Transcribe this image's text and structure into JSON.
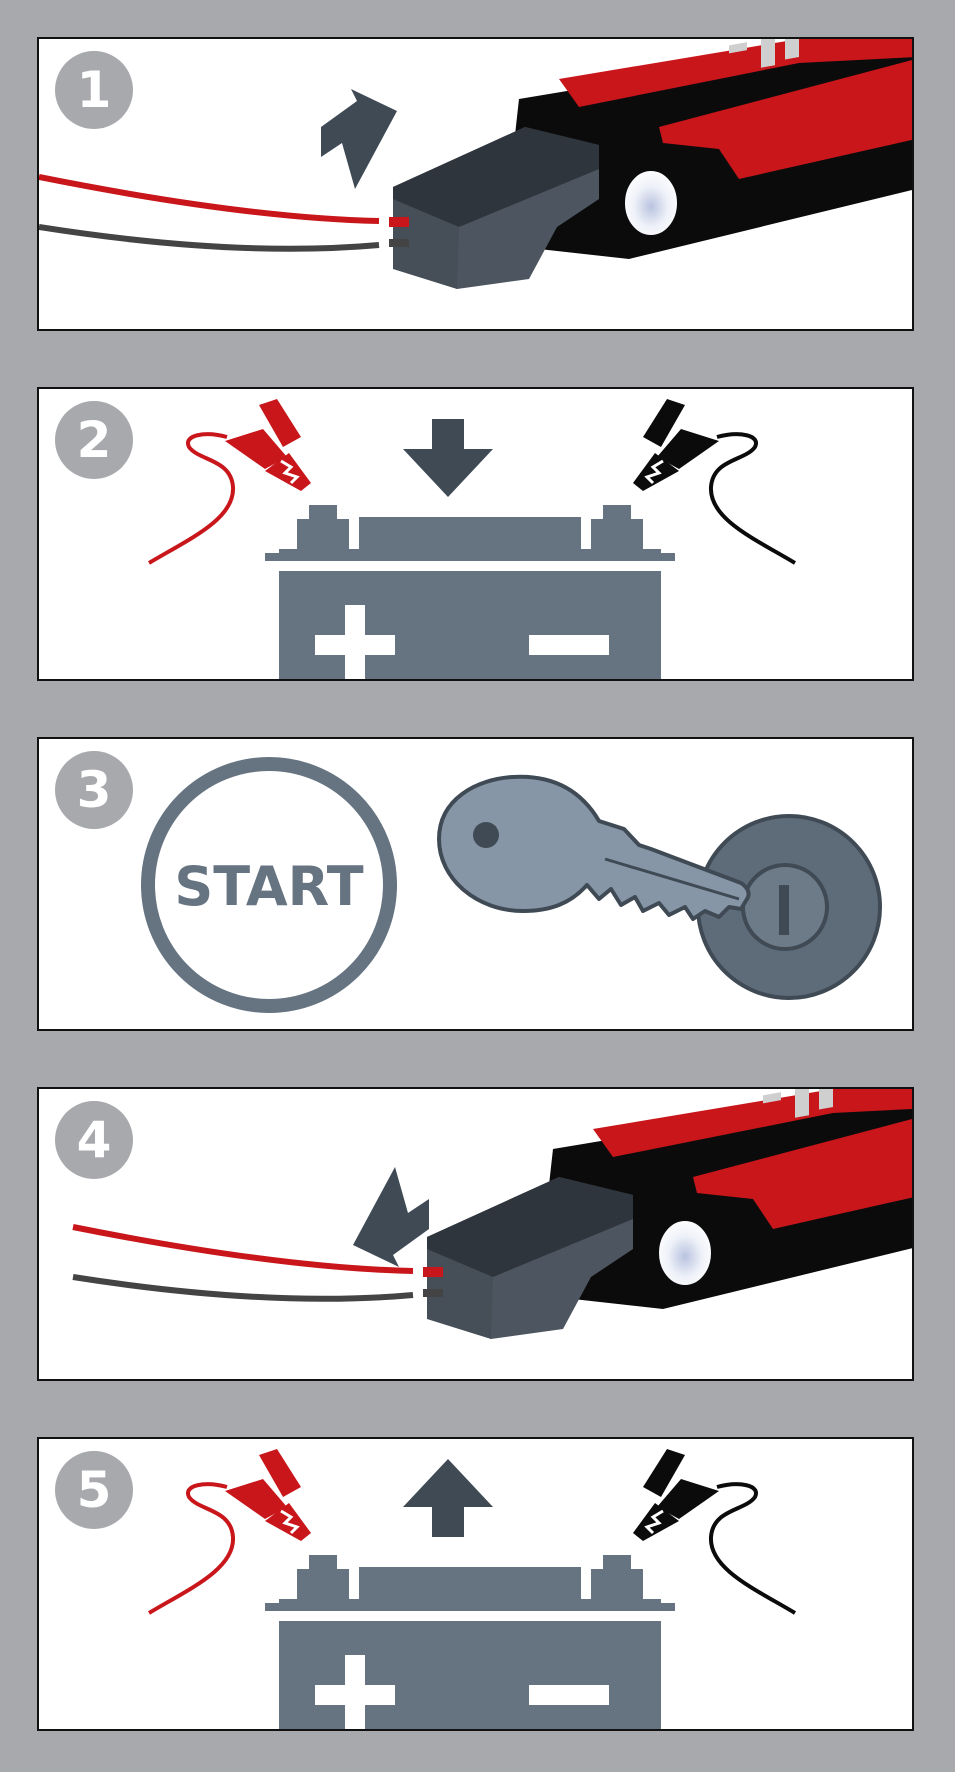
{
  "colors": {
    "background": "#a7a9ac",
    "panel": "#ffffff",
    "panel_border": "#111111",
    "red": "#c8161b",
    "black": "#0b0b0b",
    "battery": "#667380",
    "arrow": "#3f4a55",
    "key": "#8696a7",
    "lock": "#5e6c7a",
    "connector": "#4d5560"
  },
  "steps": [
    {
      "number": "1",
      "icon": "plug-in-connector-icon"
    },
    {
      "number": "2",
      "icon": "attach-clamps-battery-icon"
    },
    {
      "number": "3",
      "icon": "start-engine-icon",
      "start_label": "START"
    },
    {
      "number": "4",
      "icon": "unplug-connector-icon"
    },
    {
      "number": "5",
      "icon": "remove-clamps-battery-icon"
    }
  ]
}
